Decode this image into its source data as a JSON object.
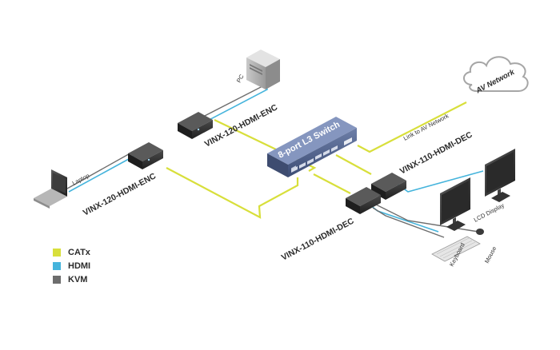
{
  "colors": {
    "catx": "#d8df3b",
    "hdmi": "#45b4dc",
    "kvm": "#6d6d6d"
  },
  "switch": {
    "label": "8-port L3 Switch"
  },
  "cloud": {
    "label": "AV Network"
  },
  "link_label": "Link to AV Network",
  "devices": {
    "enc_top": "VINX-120-HDMI-ENC",
    "enc_left": "VINX-120-HDMI-ENC",
    "dec_right": "VINX-110-HDMI-DEC",
    "dec_bottom": "VINX-110-HDMI-DEC"
  },
  "peripherals": {
    "pc": "PC",
    "laptop": "Laptop",
    "lcd": "LCD Display",
    "keyboard": "Keyboard",
    "mouse": "Mouse"
  },
  "legend": [
    {
      "label": "CATx",
      "color": "#d8df3b"
    },
    {
      "label": "HDMI",
      "color": "#45b4dc"
    },
    {
      "label": "KVM",
      "color": "#6d6d6d"
    }
  ]
}
